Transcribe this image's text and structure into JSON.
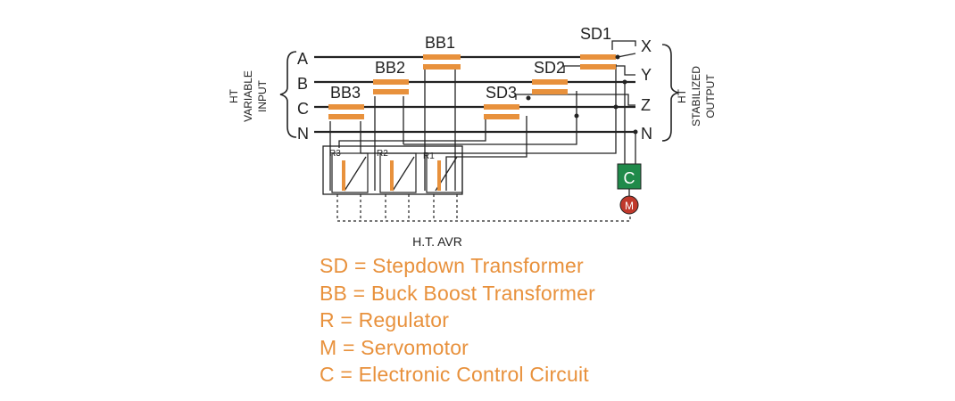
{
  "diagram": {
    "input_label": [
      "HT",
      "VARIABLE",
      "INPUT"
    ],
    "output_label": [
      "HT",
      "STABILIZED",
      "OUTPUT"
    ],
    "input_phases": [
      "A",
      "B",
      "C",
      "N"
    ],
    "output_phases": [
      "X",
      "Y",
      "Z",
      "N"
    ],
    "buck_boost": [
      "BB1",
      "BB2",
      "BB3"
    ],
    "stepdown": [
      "SD1",
      "SD2",
      "SD3"
    ],
    "regulators": [
      "R1",
      "R2",
      "R3"
    ],
    "control_box": "C",
    "motor": "M",
    "caption": "H.T. AVR"
  },
  "legend": [
    "SD = Stepdown Transformer",
    "BB = Buck Boost Transformer",
    "R = Regulator",
    "M = Servomotor",
    "C = Electronic Control Circuit"
  ],
  "colors": {
    "coil": "#e8913c",
    "line": "#222222",
    "control": "#1f8a4a",
    "motor": "#c0392b",
    "legend_text": "#e8913c"
  }
}
